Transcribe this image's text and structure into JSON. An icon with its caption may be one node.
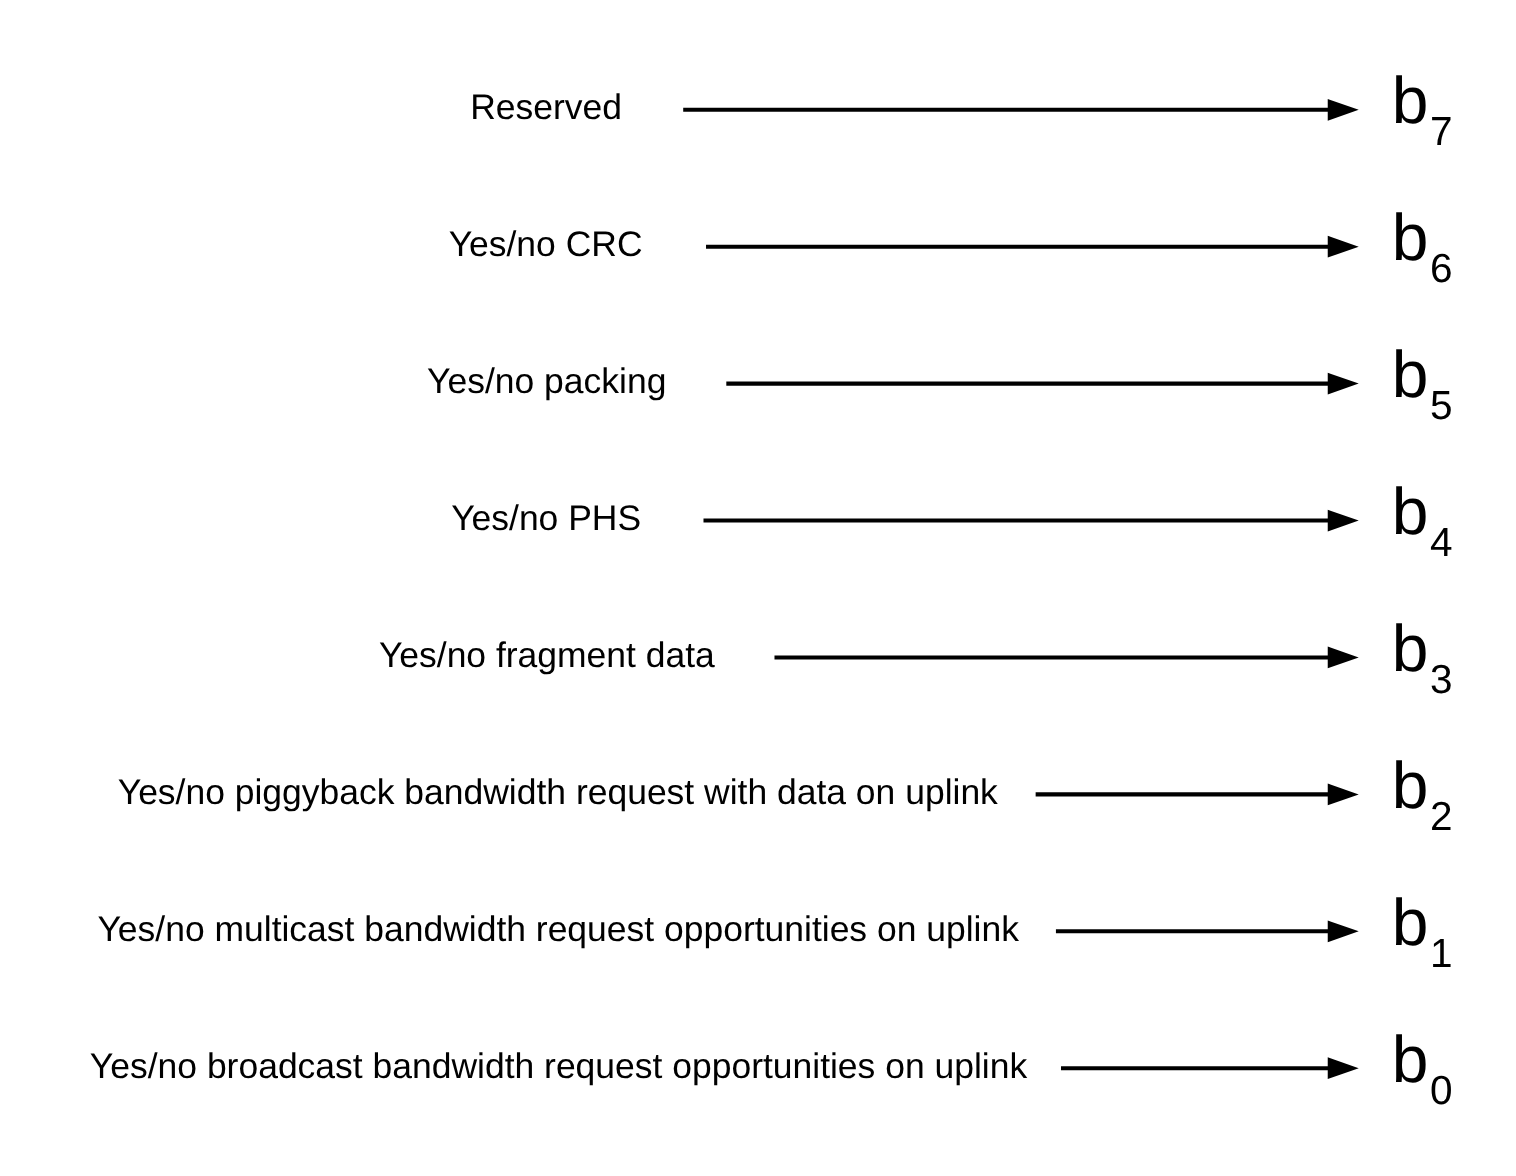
{
  "diagram": {
    "nodes": [
      {
        "text": [
          "Yes/no broadcast bandwidth request opportunities on uplink"
        ]
      },
      {
        "text": [
          "Yes/no multicast bandwidth request opportunities on uplink"
        ]
      },
      {
        "text": [
          "Yes/no piggyback bandwidth request with data on uplink"
        ]
      },
      {
        "text": [
          "Yes/no fragment data"
        ]
      },
      {
        "text": [
          "Yes/no PHS"
        ]
      },
      {
        "text": [
          "Yes/no packing"
        ]
      },
      {
        "text": [
          "Yes/no CRC"
        ]
      },
      {
        "text": [
          "Reserved"
        ]
      },
      {
        "text": [
          "b$_{7}$"
        ]
      },
      {
        "text": [
          "b$_{6}$"
        ]
      },
      {
        "text": [
          "b$_{5}$"
        ]
      },
      {
        "text": [
          "b$_{4}$"
        ]
      },
      {
        "text": [
          "b$_{3}$"
        ]
      },
      {
        "text": [
          "b$_{2}$"
        ]
      },
      {
        "text": [
          "b$_{1}$"
        ]
      },
      {
        "text": [
          "b$_{0}$"
        ]
      }
    ],
    "edges": [
      {
        "from": 0,
        "to": 15,
        "arrow": "to"
      },
      {
        "from": 1,
        "to": 14,
        "arrow": "to"
      },
      {
        "from": 2,
        "to": 13,
        "arrow": "to"
      },
      {
        "from": 3,
        "to": 12,
        "arrow": "to"
      },
      {
        "from": 4,
        "to": 11,
        "arrow": "to"
      },
      {
        "from": 5,
        "to": 10,
        "arrow": "to"
      },
      {
        "from": 6,
        "to": 9,
        "arrow": "to"
      },
      {
        "from": 7,
        "to": 8,
        "arrow": "to"
      }
    ]
  }
}
